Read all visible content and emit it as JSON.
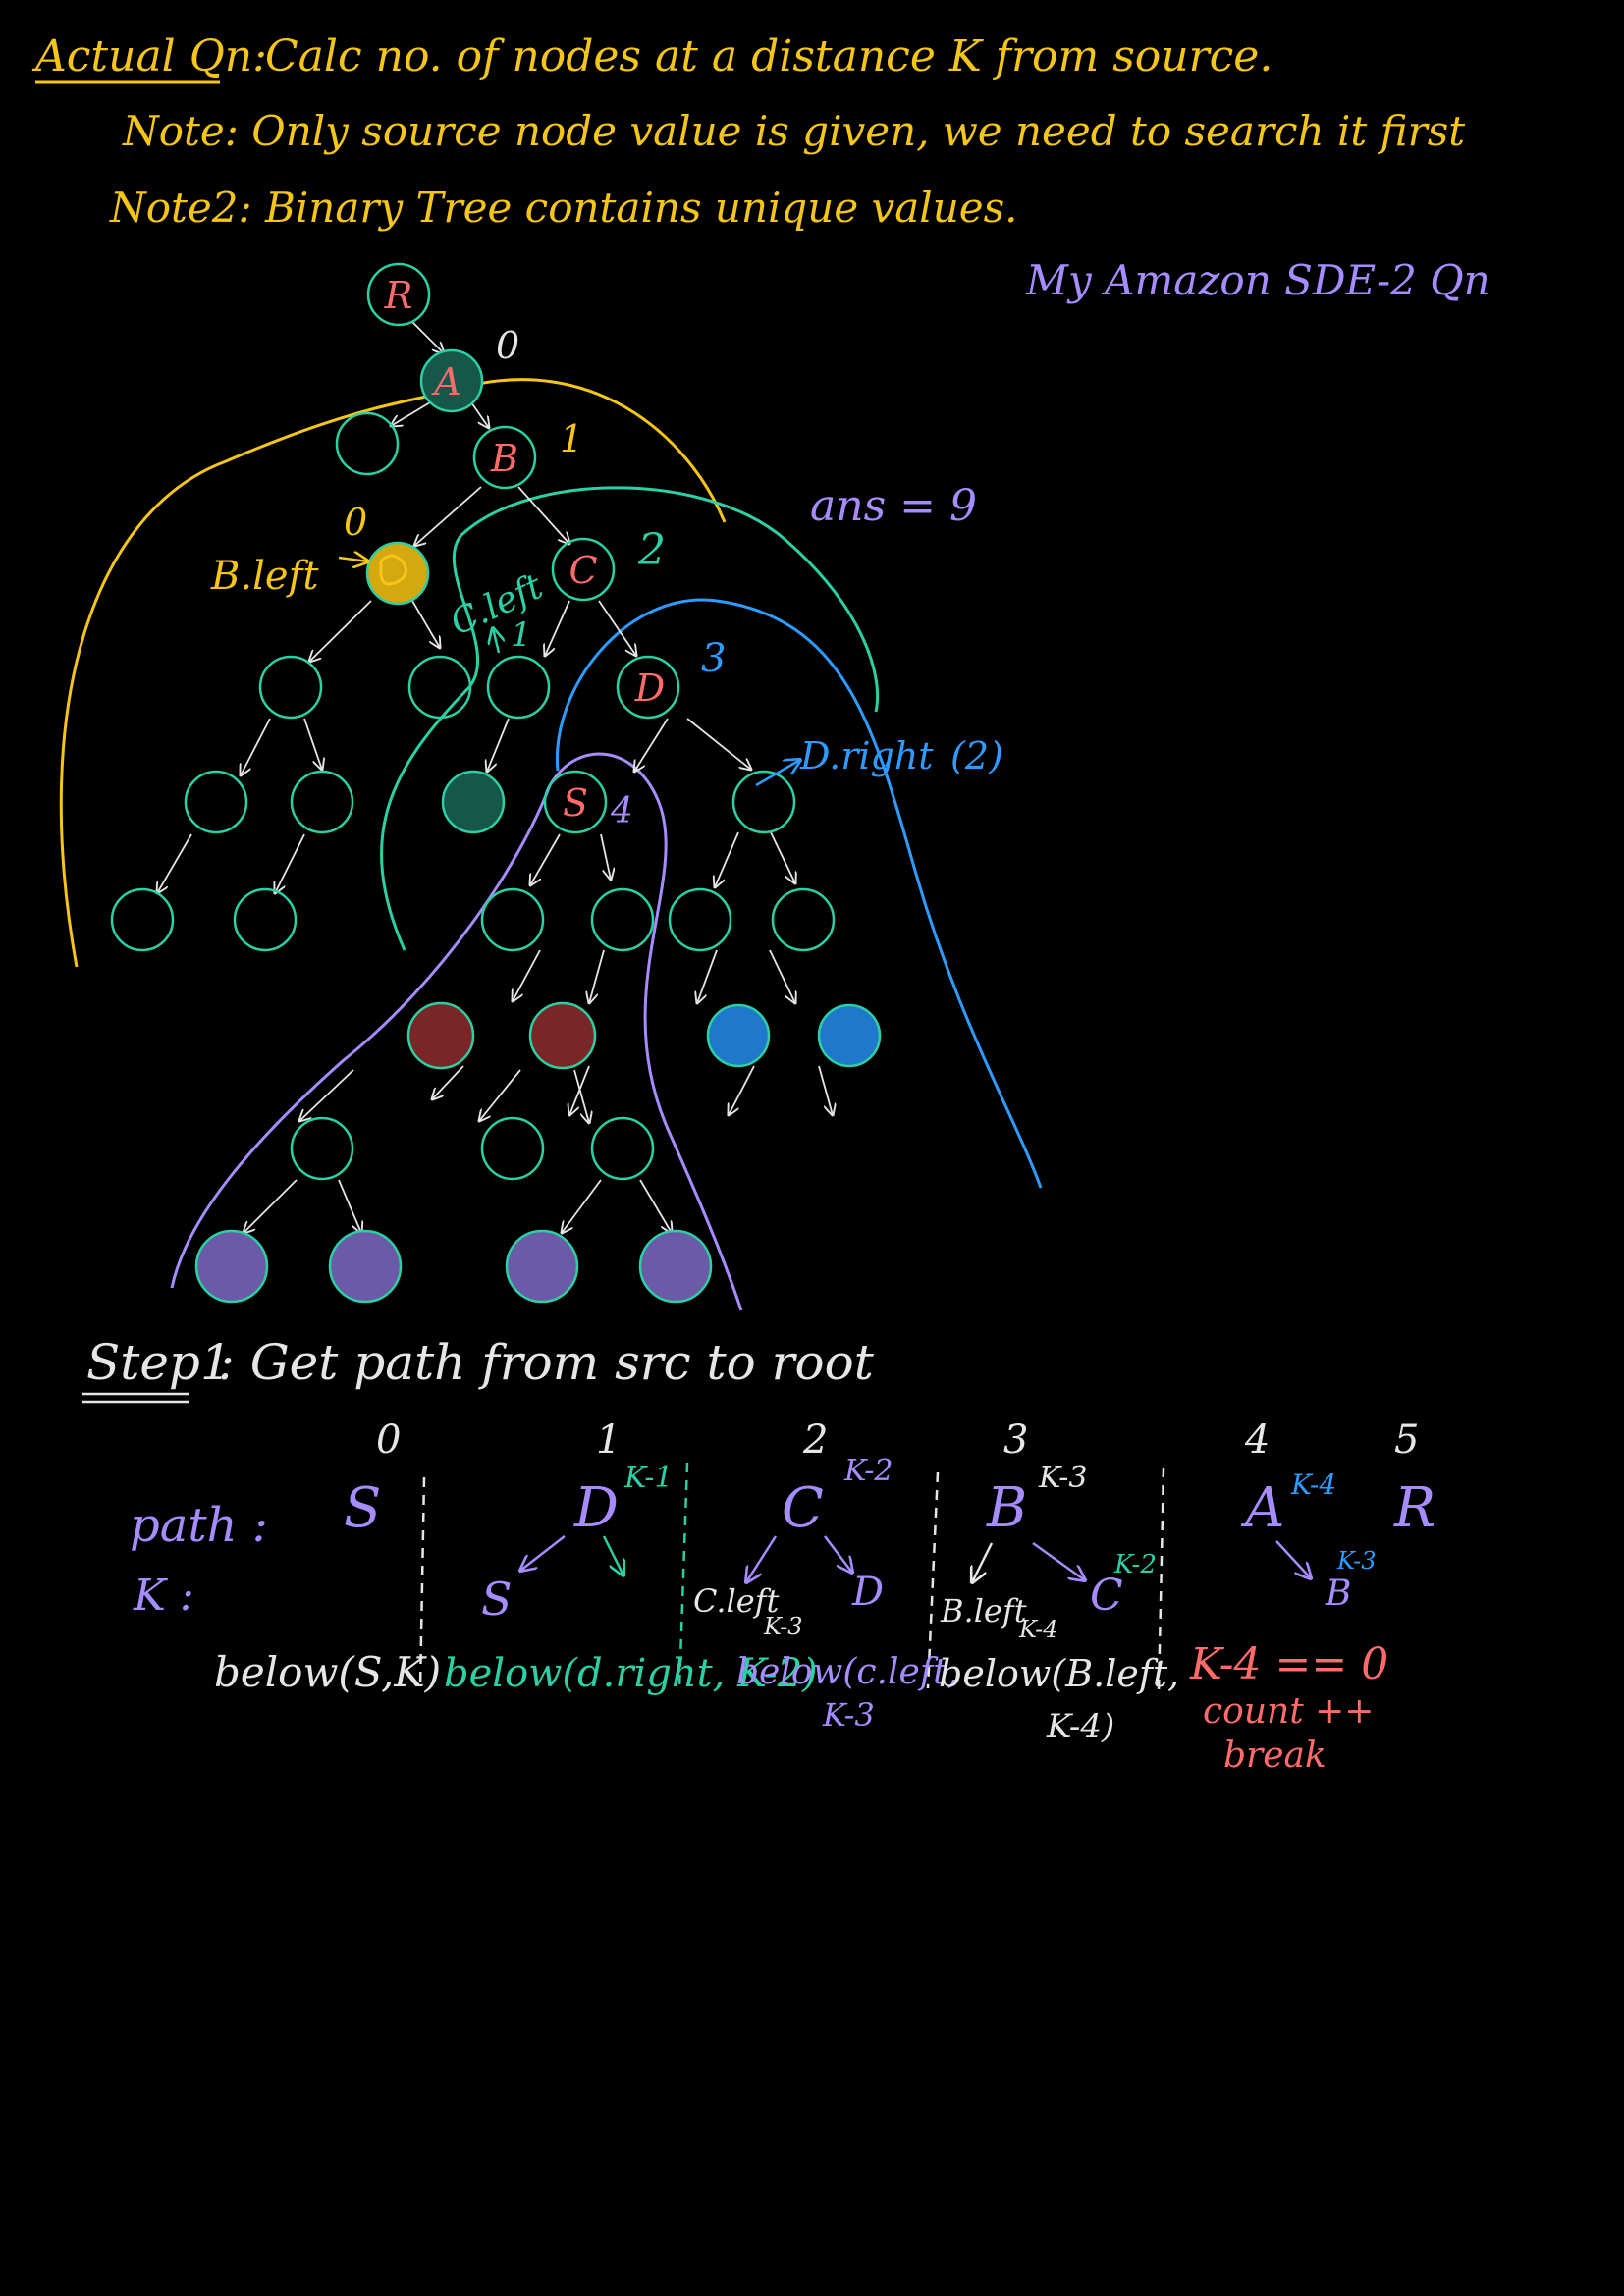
{
  "heading": {
    "title_prefix": "Actual Qn:",
    "title_text": "Calc no. of nodes at a distance K from source.",
    "note1": "Note: Only source node value is given, we need to search it first",
    "note2": "Note2: Binary Tree contains unique values.",
    "tag": "My Amazon SDE-2 Qn"
  },
  "tree": {
    "node_labels": {
      "R": "R",
      "A": "A",
      "B": "B",
      "C": "C",
      "D": "D",
      "S": "S"
    },
    "distances": {
      "A": "0",
      "B": "1",
      "B_left": "0",
      "C": "2",
      "C_left": "1",
      "D": "3",
      "S": "4",
      "D_right": "(2)"
    },
    "annotations": {
      "answer": "ans = 9",
      "b_left": "B.left",
      "c_left": "C.left",
      "d_right": "D.right"
    }
  },
  "step1": {
    "title_prefix": "Step1",
    "title_text": ": Get path from src to root",
    "path_label": "path :",
    "k_label": "K :",
    "indices": [
      "0",
      "1",
      "2",
      "3",
      "4",
      "5"
    ],
    "path_nodes": [
      "S",
      "D",
      "C",
      "B",
      "A",
      "R"
    ],
    "k_exprs": [
      "K-1",
      "K-2",
      "K-3",
      "K-4"
    ],
    "sub_d": {
      "left": "S",
      "right": ""
    },
    "sub_c": {
      "left": "C.left",
      "left_k": "K-3",
      "right": "D"
    },
    "sub_b": {
      "left": "B.left",
      "left_k": "K-4",
      "right": "C",
      "right_k": "K-2"
    },
    "sub_a": {
      "right": "B",
      "right_k": "K-3"
    },
    "calls": {
      "s": "below(S,K)",
      "d": "below(d.right, K-2)",
      "c1": "below(c.left,",
      "c2": "K-3",
      "b1": "below(B.left,",
      "b2": "K-4)"
    },
    "final": {
      "cond": "K-4 == 0",
      "count": "count ++",
      "brk": "break"
    }
  },
  "colors": {
    "yellow": "#f5c518",
    "teal": "#2bd0a5",
    "purple": "#a68cff",
    "blue": "#2e9bff",
    "pink": "#ff6b6b",
    "white": "#e6e6e6",
    "maroon": "#7a2626"
  }
}
